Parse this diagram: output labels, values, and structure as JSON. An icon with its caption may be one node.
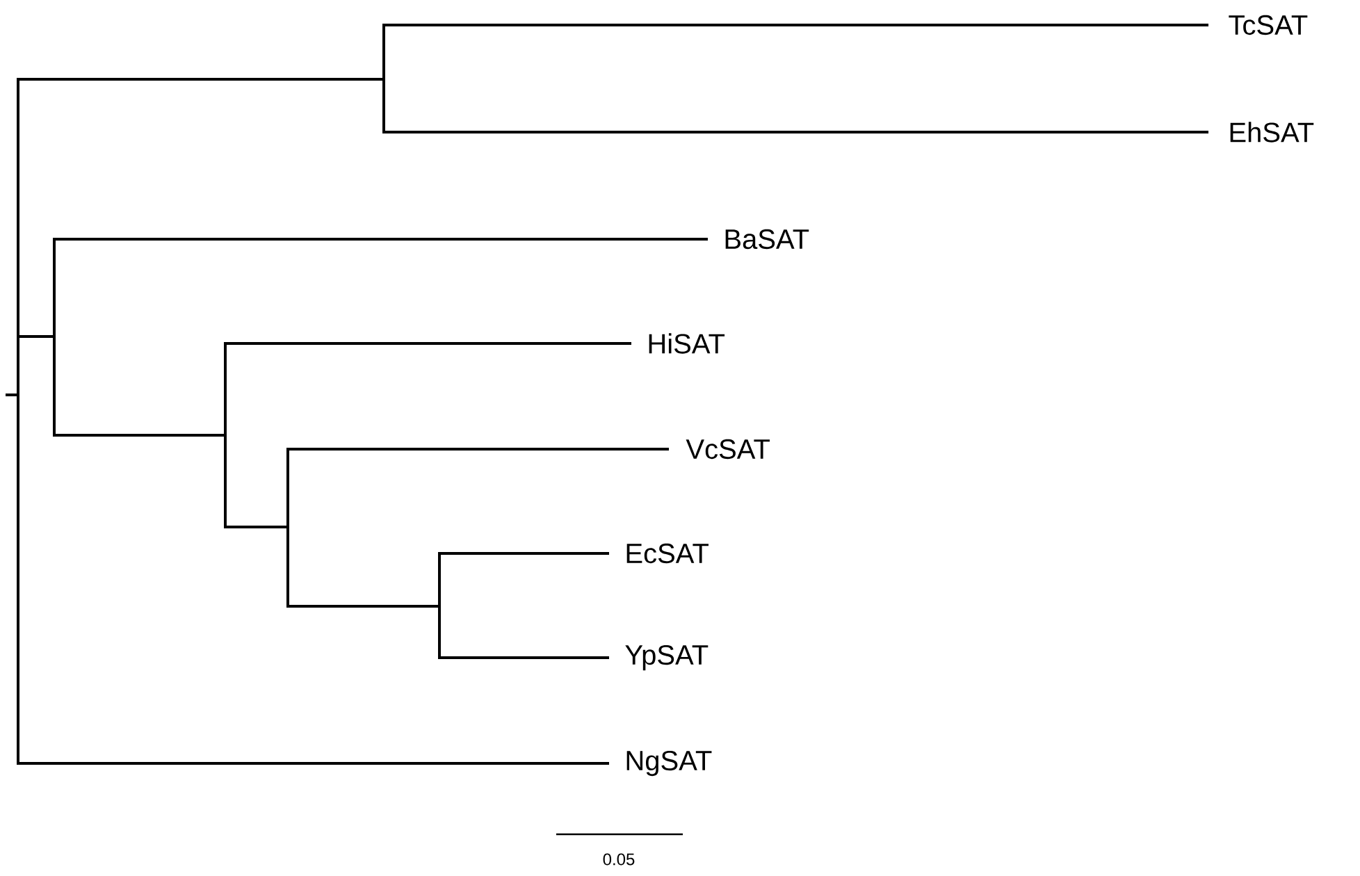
{
  "diagram": {
    "labels": [
      "TcSAT",
      "EhSAT",
      "BaSAT",
      "HiSAT",
      "VcSAT",
      "EcSAT",
      "YpSAT",
      "NgSAT",
      "0.05"
    ]
  }
}
